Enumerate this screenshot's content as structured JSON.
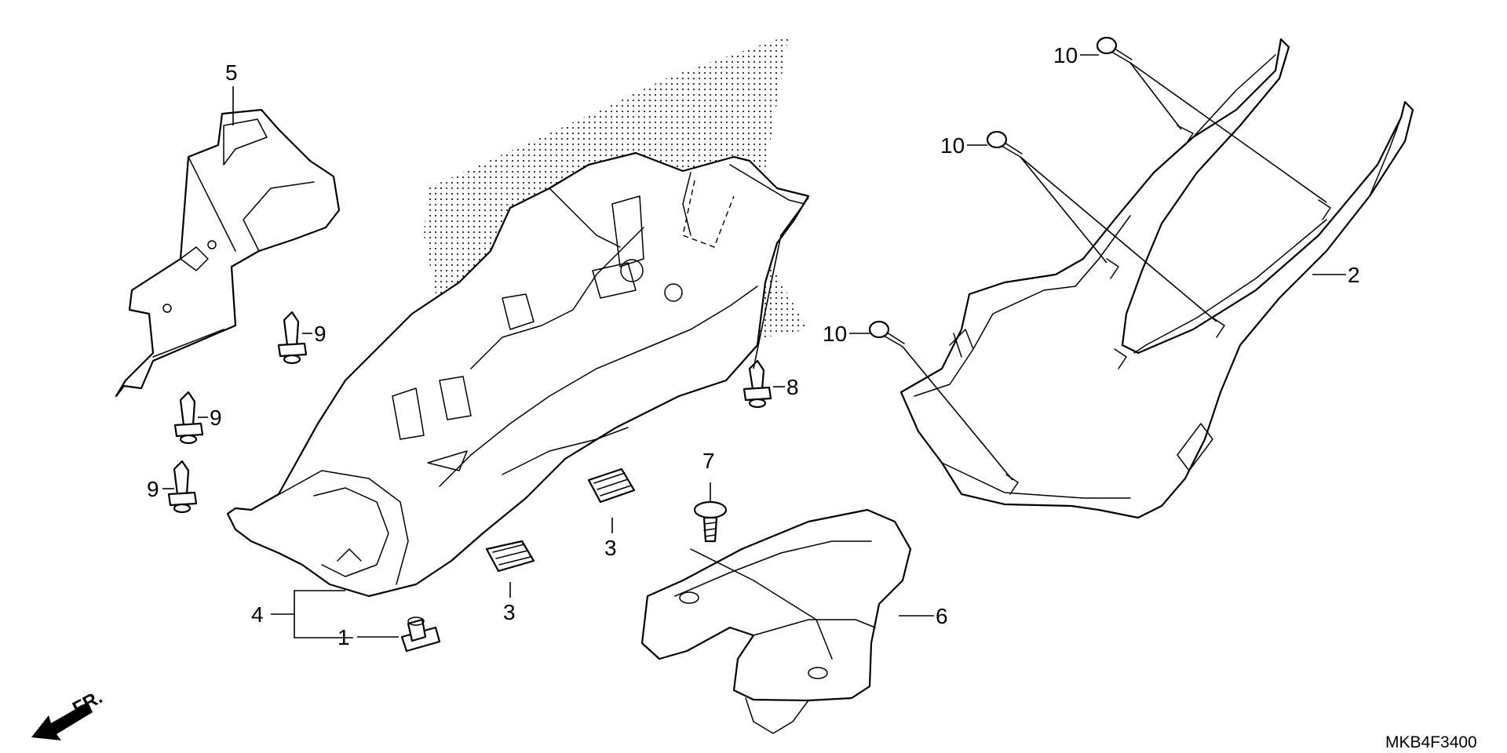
{
  "diagram_code": "MKB4F3400",
  "front_label": "FR.",
  "callouts": {
    "c1": "1",
    "c2": "2",
    "c3a": "3",
    "c3b": "3",
    "c4": "4",
    "c5": "5",
    "c6": "6",
    "c7": "7",
    "c8": "8",
    "c9a": "9",
    "c9b": "9",
    "c9c": "9",
    "c10a": "10",
    "c10b": "10",
    "c10c": "10"
  },
  "icons": {
    "front_arrow": "front-direction-arrow-icon"
  }
}
